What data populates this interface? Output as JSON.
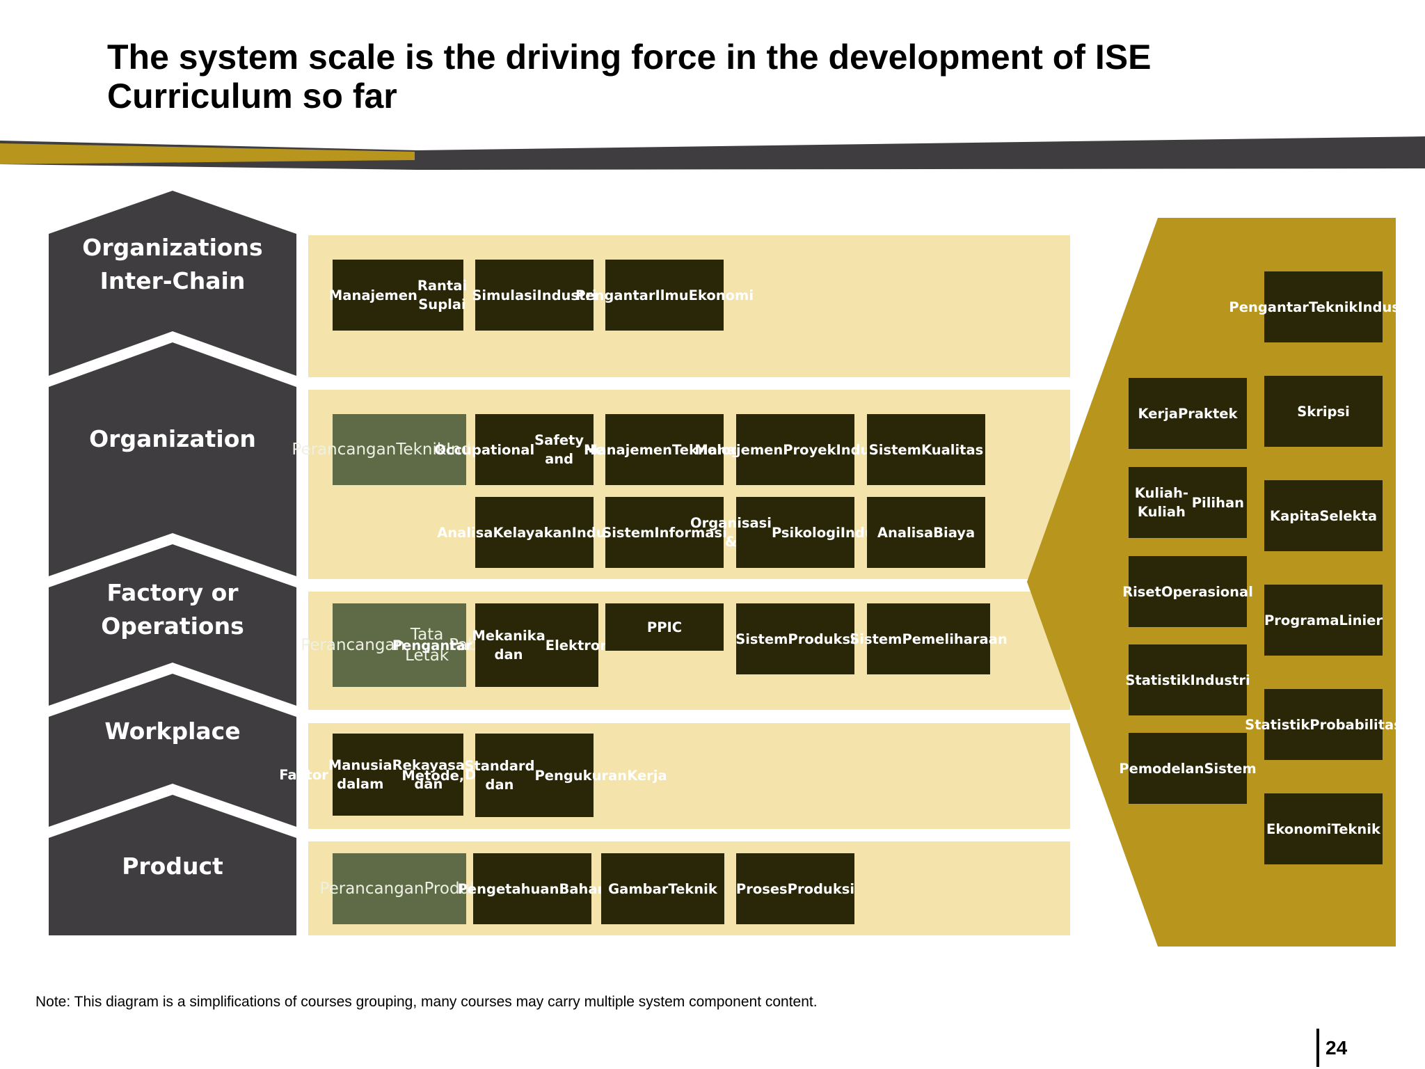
{
  "title": {
    "line1": "The system scale is the driving force in the development of ISE",
    "line2": "Curriculum so far"
  },
  "colors": {
    "dark_gray": "#3f3d40",
    "gold": "#b8951d",
    "cream": "#f4e3aa",
    "box_dark": "#2a2608",
    "box_green": "#5f6b46"
  },
  "levels": [
    {
      "line1": "Organizations",
      "line2": "Inter-Chain"
    },
    {
      "line1": "Organization",
      "line2": ""
    },
    {
      "line1": "Factory or",
      "line2": "Operations"
    },
    {
      "line1": "Workplace",
      "line2": ""
    },
    {
      "line1": "Product",
      "line2": ""
    }
  ],
  "rows": {
    "inter_chain": [
      [
        "Manajemen",
        "Rantai Suplai"
      ],
      [
        "Simulasi",
        "Industri"
      ],
      [
        "Pengantar",
        "Ilmu",
        "Ekonomi"
      ]
    ],
    "organization": [
      [
        "Perancangan",
        "Teknik",
        "Industri"
      ],
      [
        "Occupational",
        "Safety and",
        "Health"
      ],
      [
        "Manajemen",
        "Teknologi"
      ],
      [
        "Manajemen",
        "Proyek",
        "Industri"
      ],
      [
        "Sistem",
        "Kualitas"
      ],
      [
        "Analisa",
        "Kelayakan",
        "Industri"
      ],
      [
        "Sistem",
        "Informasi"
      ],
      [
        "Organisasi &",
        "Psikologi",
        "Industri"
      ],
      [
        "Analisa",
        "Biaya"
      ]
    ],
    "factory": [
      [
        "Perancangan",
        "Tata Letak",
        "Pabrik"
      ],
      [
        "Pengantar",
        "Mekanika dan",
        "Elektronika",
        "Pabrik"
      ],
      [
        "PPIC"
      ],
      [
        "Sistem",
        "Produksi"
      ],
      [
        "Sistem",
        "Pemeliharaan"
      ]
    ],
    "workplace": [
      [
        "Faktor",
        "Manusia dalam",
        "Rekayasa dan",
        "Desain"
      ],
      [
        "Metode,",
        "Standard dan",
        "Pengukuran",
        "Kerja"
      ]
    ],
    "product": [
      [
        "Perancangan",
        "Produk"
      ],
      [
        "Pengetahuan",
        "Bahan"
      ],
      [
        "Gambar",
        "Teknik"
      ],
      [
        "Proses",
        "Produksi"
      ]
    ]
  },
  "foundation": {
    "left_column": [
      [
        "Kerja",
        "Praktek"
      ],
      [
        "Kuliah-Kuliah",
        "Pilihan"
      ],
      [
        "Riset",
        "Operasional"
      ],
      [
        "Statistik",
        "Industri"
      ],
      [
        "Pemodelan",
        "Sistem"
      ]
    ],
    "right_column": [
      [
        "Pengantar",
        "Teknik",
        "Industri"
      ],
      [
        "Skripsi"
      ],
      [
        "Kapita",
        "Selekta"
      ],
      [
        "Programa",
        "Linier"
      ],
      [
        "Statistik",
        "Probabilitas"
      ],
      [
        "Ekonomi",
        "Teknik"
      ]
    ]
  },
  "note": "Note: This diagram is a simplifications of courses grouping, many courses may carry multiple system component content.",
  "page_number": "24"
}
